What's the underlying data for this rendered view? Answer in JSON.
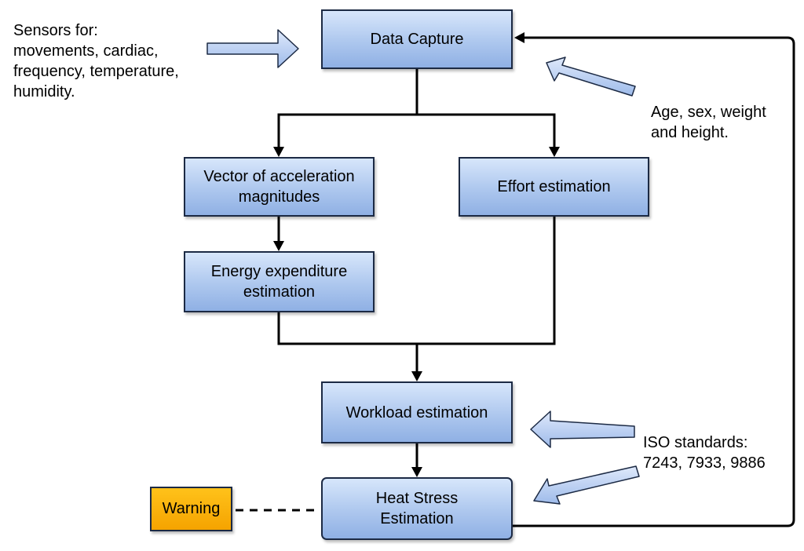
{
  "boxes": {
    "data_capture": "Data Capture",
    "vector_accel": [
      "Vector of acceleration",
      "magnitudes"
    ],
    "effort": "Effort estimation",
    "energy": [
      "Energy expenditure",
      "estimation"
    ],
    "workload": "Workload estimation",
    "heat_stress": [
      "Heat Stress",
      "Estimation"
    ],
    "warning": "Warning"
  },
  "notes": {
    "sensors": [
      "Sensors for:",
      "movements, cardiac,",
      "frequency, temperature,",
      "humidity."
    ],
    "age": [
      "Age, sex, weight",
      "and height."
    ],
    "iso": [
      "ISO standards:",
      "7243, 7933, 9886"
    ]
  },
  "colors": {
    "box_fill": "#adc7ee",
    "warning_fill": "#f5a300",
    "line": "#000000",
    "input_arrow_fill": "#a9c4ef"
  }
}
